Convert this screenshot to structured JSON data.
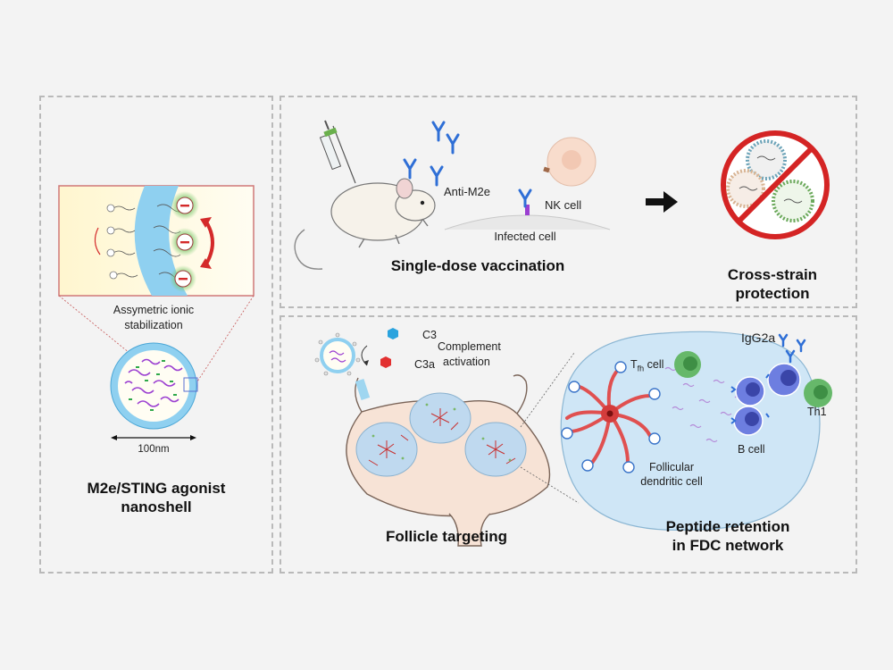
{
  "left_panel": {
    "inset_caption_line1": "Assymetric ionic",
    "inset_caption_line2": "stabilization",
    "scale_label": "100nm",
    "title_line1": "M2e/STING agonist",
    "title_line2": "nanoshell"
  },
  "vaccination_panel": {
    "antibody_label": "Anti-M2e",
    "nk_label": "NK cell",
    "infected_label": "Infected cell",
    "caption": "Single-dose vaccination",
    "outcome_line1": "Cross-strain",
    "outcome_line2": "protection"
  },
  "follicle_panel": {
    "c3_label": "C3",
    "c3a_label": "C3a",
    "complement_line1": "Complement",
    "complement_line2": "activation",
    "caption": "Follicle targeting"
  },
  "fdc_panel": {
    "igg_label": "IgG2a",
    "tfh_main": "T",
    "tfh_sub": "fh",
    "tfh_rest": " cell",
    "th1_label": "Th1",
    "bcell_label": "B cell",
    "fdc_line1": "Follicular",
    "fdc_line2": "dendritic cell",
    "caption_line1": "Peptide retention",
    "caption_line2": "in FDC network"
  },
  "colors": {
    "antibody": "#2f6fd6",
    "negative_charge": "#d42a2a",
    "peptide": "#9b3fd1",
    "sting_agonist": "#2fa84a",
    "follicle": "#bfd9ef",
    "tcell": "#66b86a",
    "bcell": "#6d7ee0"
  }
}
